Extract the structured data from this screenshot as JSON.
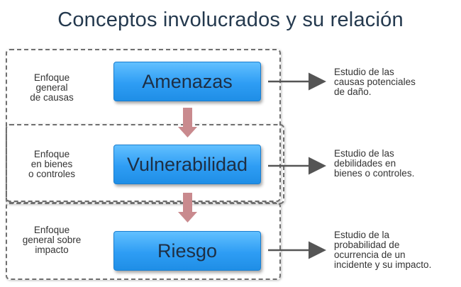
{
  "title": "Conceptos involucrados y su relación",
  "rows": [
    {
      "concept": "Amenazas",
      "approach": [
        "Enfoque",
        "general",
        "de causas"
      ],
      "description": [
        "Estudio de las",
        "causas potenciales",
        "de daño."
      ]
    },
    {
      "concept": "Vulnerabilidad",
      "approach": [
        "Enfoque",
        "en bienes",
        "o controles"
      ],
      "description": [
        "Estudio de las",
        "debilidades en",
        "bienes o controles."
      ]
    },
    {
      "concept": "Riesgo",
      "approach": [
        "Enfoque",
        "general sobre",
        "impacto"
      ],
      "description": [
        "Estudio de la",
        "probabilidad de",
        "ocurrencia de un",
        "incidente y su impacto."
      ]
    }
  ],
  "colors": {
    "concept_fill": "#2e9df4",
    "down_arrow": "#c98a8e",
    "side_arrow": "#555555",
    "title": "#24394e"
  }
}
